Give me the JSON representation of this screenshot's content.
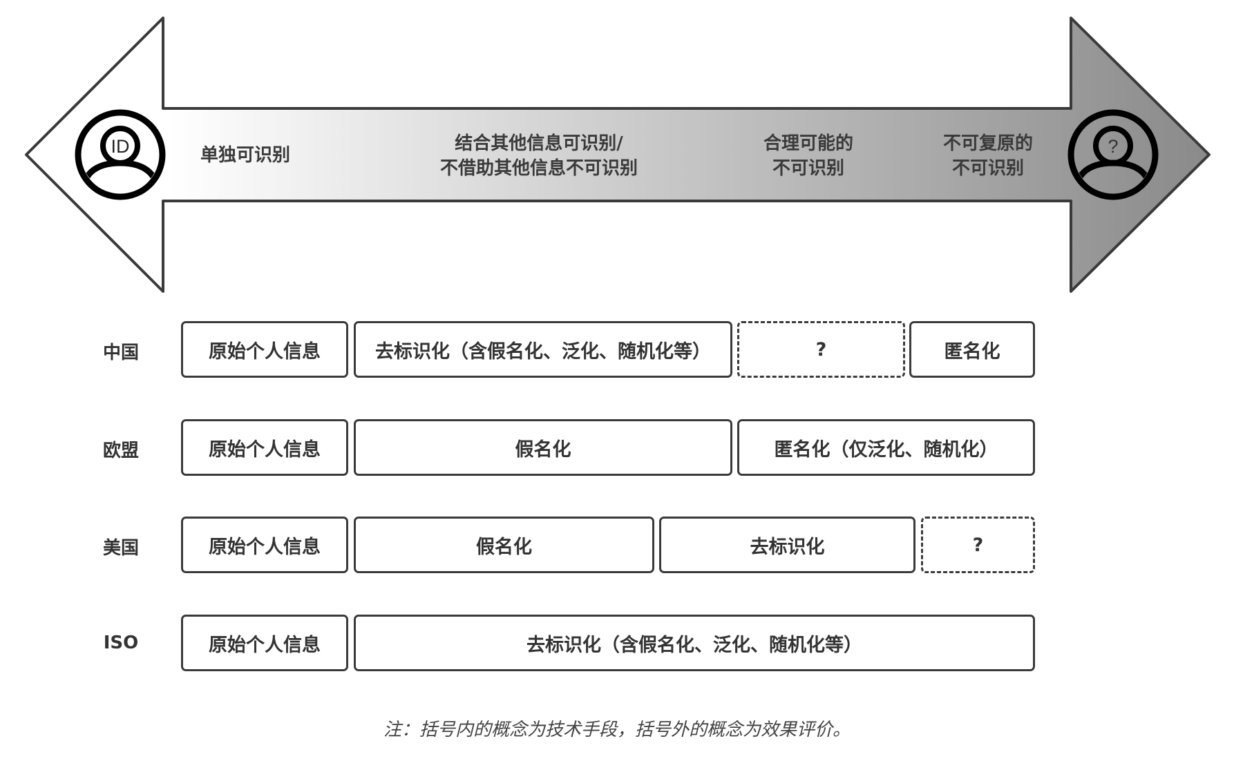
{
  "spectrum": {
    "left_icon": "identified-person-icon",
    "left_icon_text": "ID",
    "right_icon": "unknown-person-icon",
    "right_icon_text": "?",
    "stages": [
      {
        "lines": [
          "单独可识别"
        ]
      },
      {
        "lines": [
          "结合其他信息可识别/",
          "不借助其他信息不可识别"
        ]
      },
      {
        "lines": [
          "合理可能的",
          "不可识别"
        ]
      },
      {
        "lines": [
          "不可复原的",
          "不可识别"
        ]
      }
    ]
  },
  "rows": [
    {
      "label": "中国",
      "cells": [
        {
          "text": "原始个人信息",
          "dashed": false
        },
        {
          "text": "去标识化（含假名化、泛化、随机化等）",
          "dashed": false
        },
        {
          "text": "?",
          "dashed": true
        },
        {
          "text": "匿名化",
          "dashed": false
        }
      ]
    },
    {
      "label": "欧盟",
      "cells": [
        {
          "text": "原始个人信息",
          "dashed": false
        },
        {
          "text": "假名化",
          "dashed": false
        },
        {
          "text": "匿名化（仅泛化、随机化）",
          "dashed": false
        }
      ]
    },
    {
      "label": "美国",
      "cells": [
        {
          "text": "原始个人信息",
          "dashed": false
        },
        {
          "text": "假名化",
          "dashed": false
        },
        {
          "text": "去标识化",
          "dashed": false
        },
        {
          "text": "?",
          "dashed": true
        }
      ]
    },
    {
      "label": "ISO",
      "cells": [
        {
          "text": "原始个人信息",
          "dashed": false
        },
        {
          "text": "去标识化（含假名化、泛化、随机化等）",
          "dashed": false
        }
      ]
    }
  ],
  "footnote": "注：括号内的概念为技术手段，括号外的概念为效果评价。",
  "colors": {
    "gradient_start": "#ffffff",
    "gradient_end": "#8a8a8a",
    "stroke": "#3a3a3a"
  }
}
